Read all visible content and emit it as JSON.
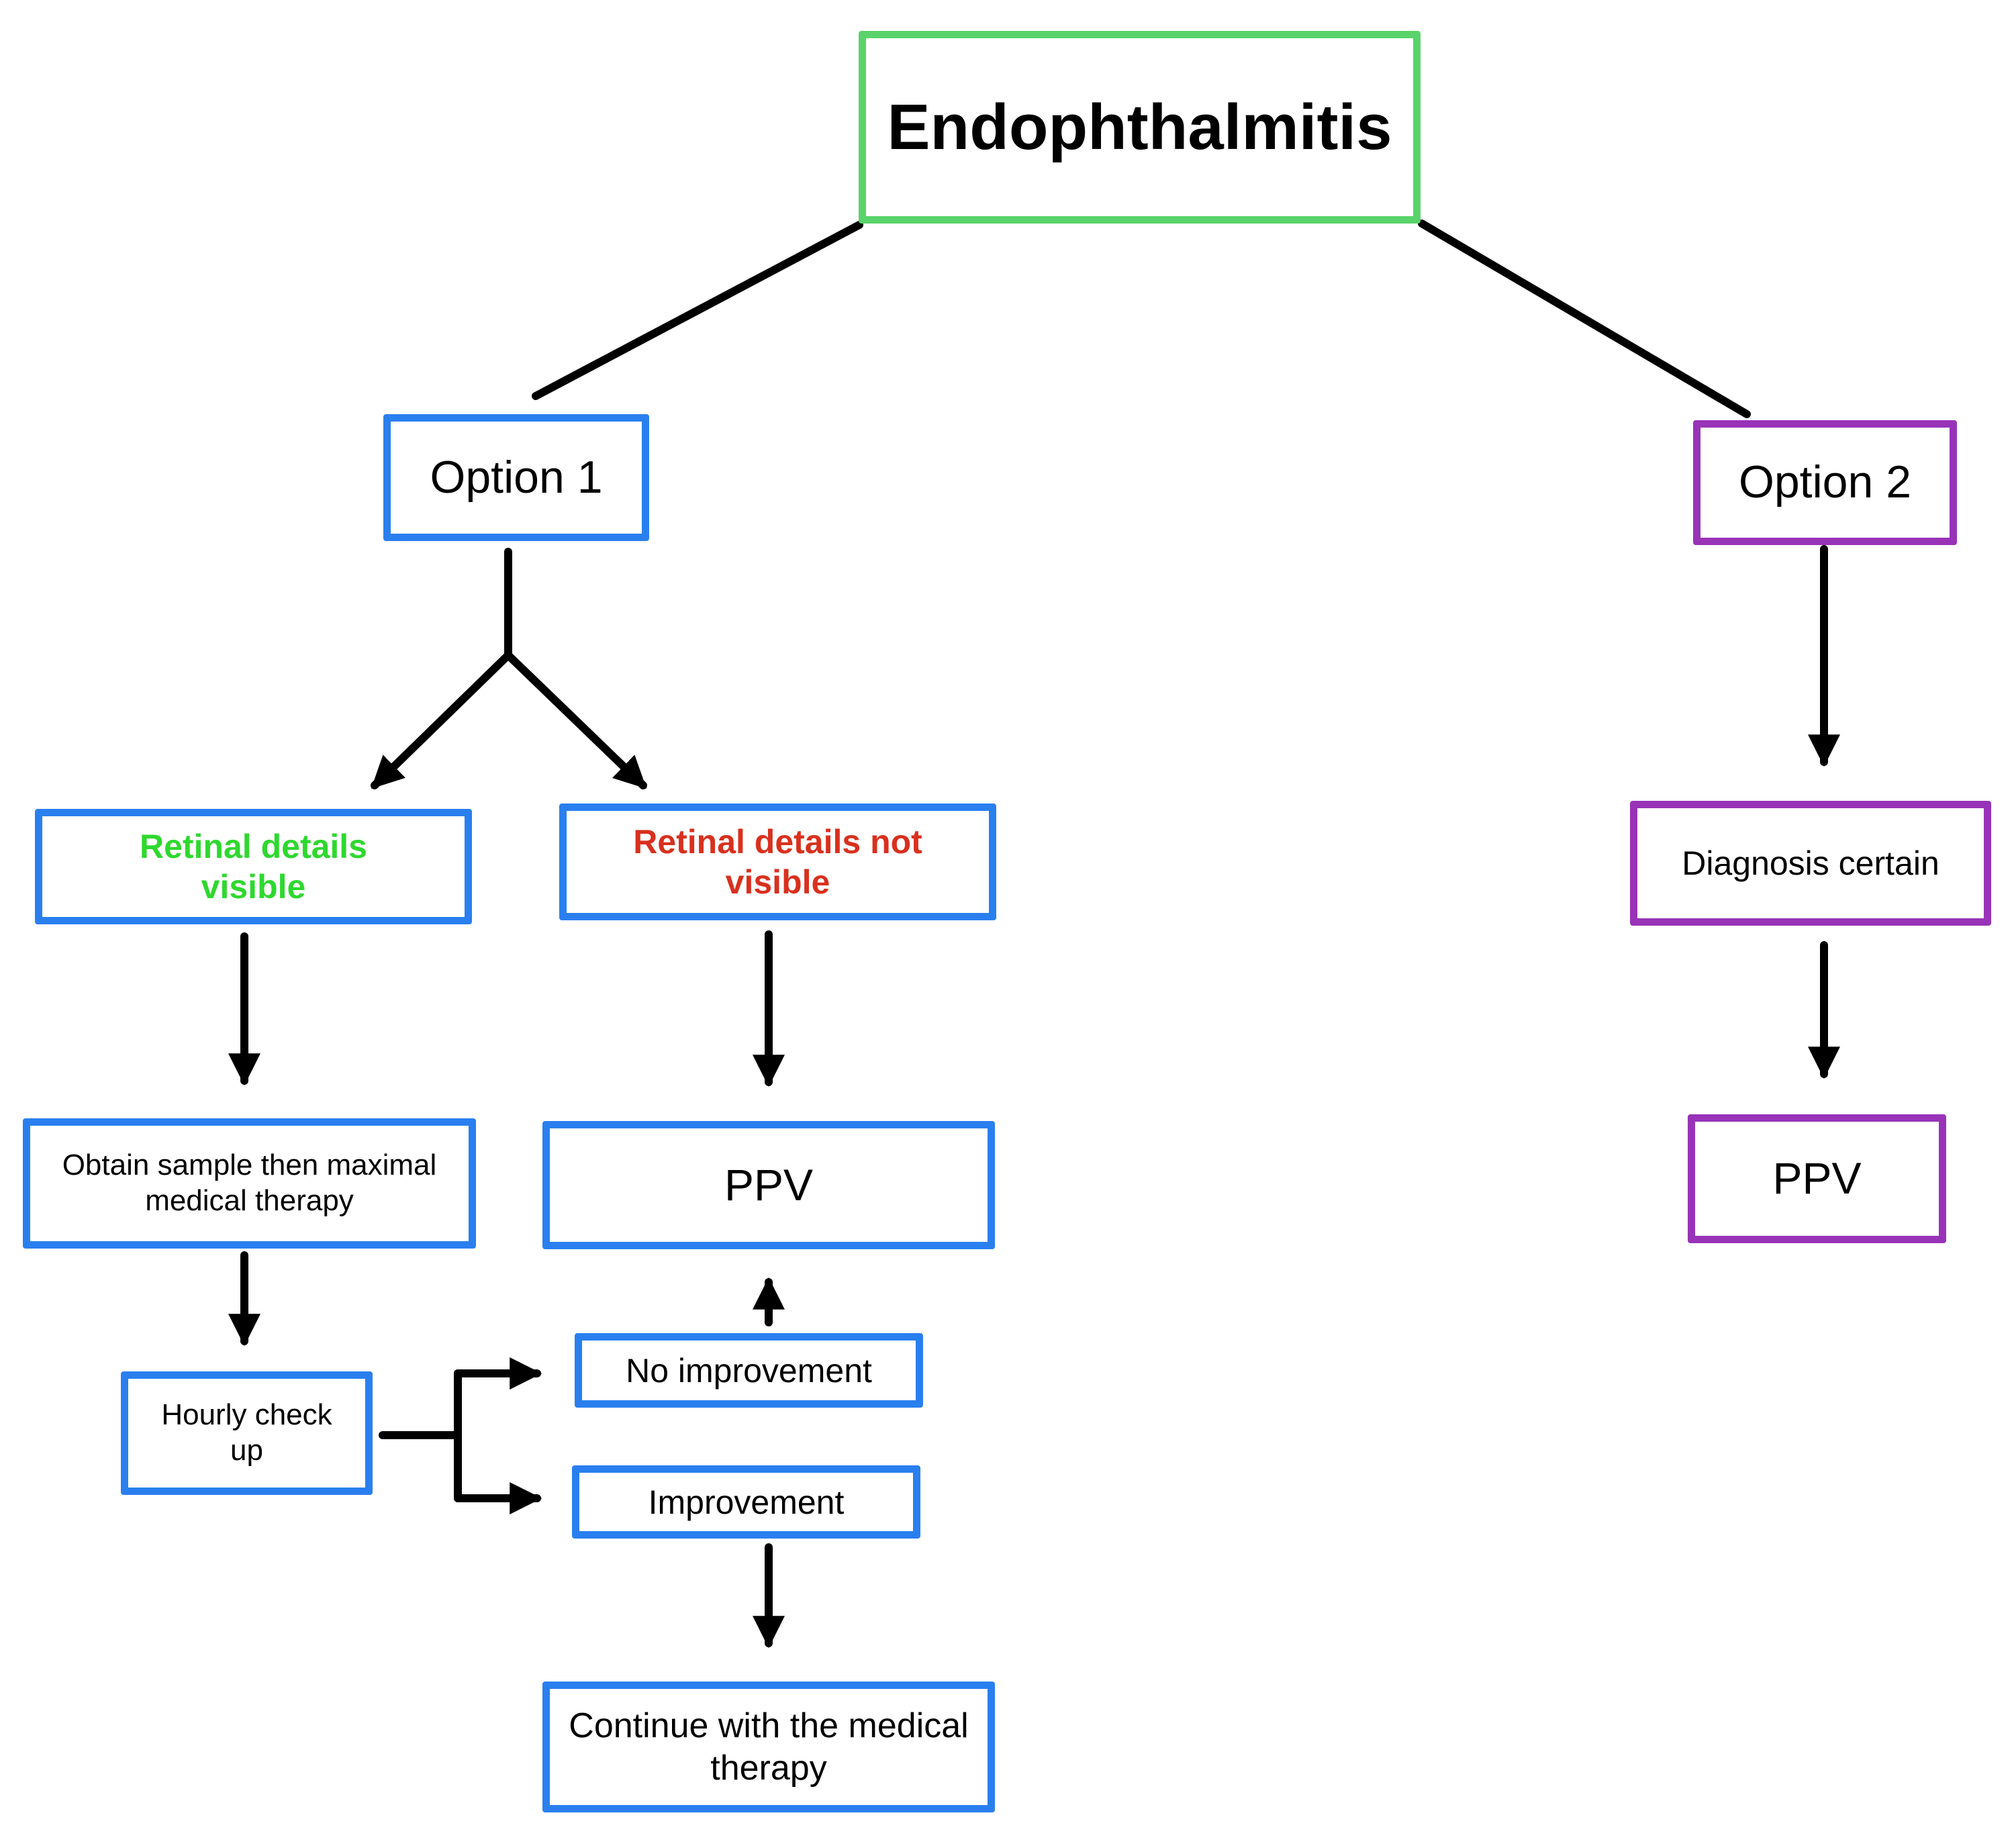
{
  "diagram": {
    "title": "Endophthalmitis",
    "colors": {
      "root_border": "#5AD36A",
      "option1_border": "#2A7FEF",
      "option2_border": "#9833B8",
      "visible_text": "#2ED82E",
      "not_visible_text": "#D9301E",
      "connector": "#000000"
    },
    "nodes": {
      "root": "Endophthalmitis",
      "option1": "Option 1",
      "option2": "Option 2",
      "retinal_visible": "Retinal details visible",
      "retinal_not_visible": "Retinal details not visible",
      "obtain_sample": "Obtain sample then maximal medical therapy",
      "ppv_option1": "PPV",
      "hourly_checkup": "Hourly check up",
      "no_improvement": "No improvement",
      "improvement": "Improvement",
      "continue_therapy": "Continue with the medical therapy",
      "diagnosis_certain": "Diagnosis certain",
      "ppv_option2": "PPV"
    },
    "edges": [
      {
        "from": "root",
        "to": "option1",
        "arrow": false
      },
      {
        "from": "root",
        "to": "option2",
        "arrow": false
      },
      {
        "from": "option1",
        "to": "retinal_visible",
        "arrow": true
      },
      {
        "from": "option1",
        "to": "retinal_not_visible",
        "arrow": true
      },
      {
        "from": "retinal_visible",
        "to": "obtain_sample",
        "arrow": true
      },
      {
        "from": "obtain_sample",
        "to": "hourly_checkup",
        "arrow": true
      },
      {
        "from": "hourly_checkup",
        "to": "no_improvement",
        "arrow": true
      },
      {
        "from": "hourly_checkup",
        "to": "improvement",
        "arrow": true
      },
      {
        "from": "no_improvement",
        "to": "ppv_option1",
        "arrow": true
      },
      {
        "from": "improvement",
        "to": "continue_therapy",
        "arrow": true
      },
      {
        "from": "retinal_not_visible",
        "to": "ppv_option1",
        "arrow": true
      },
      {
        "from": "option2",
        "to": "diagnosis_certain",
        "arrow": true
      },
      {
        "from": "diagnosis_certain",
        "to": "ppv_option2",
        "arrow": true
      }
    ]
  }
}
